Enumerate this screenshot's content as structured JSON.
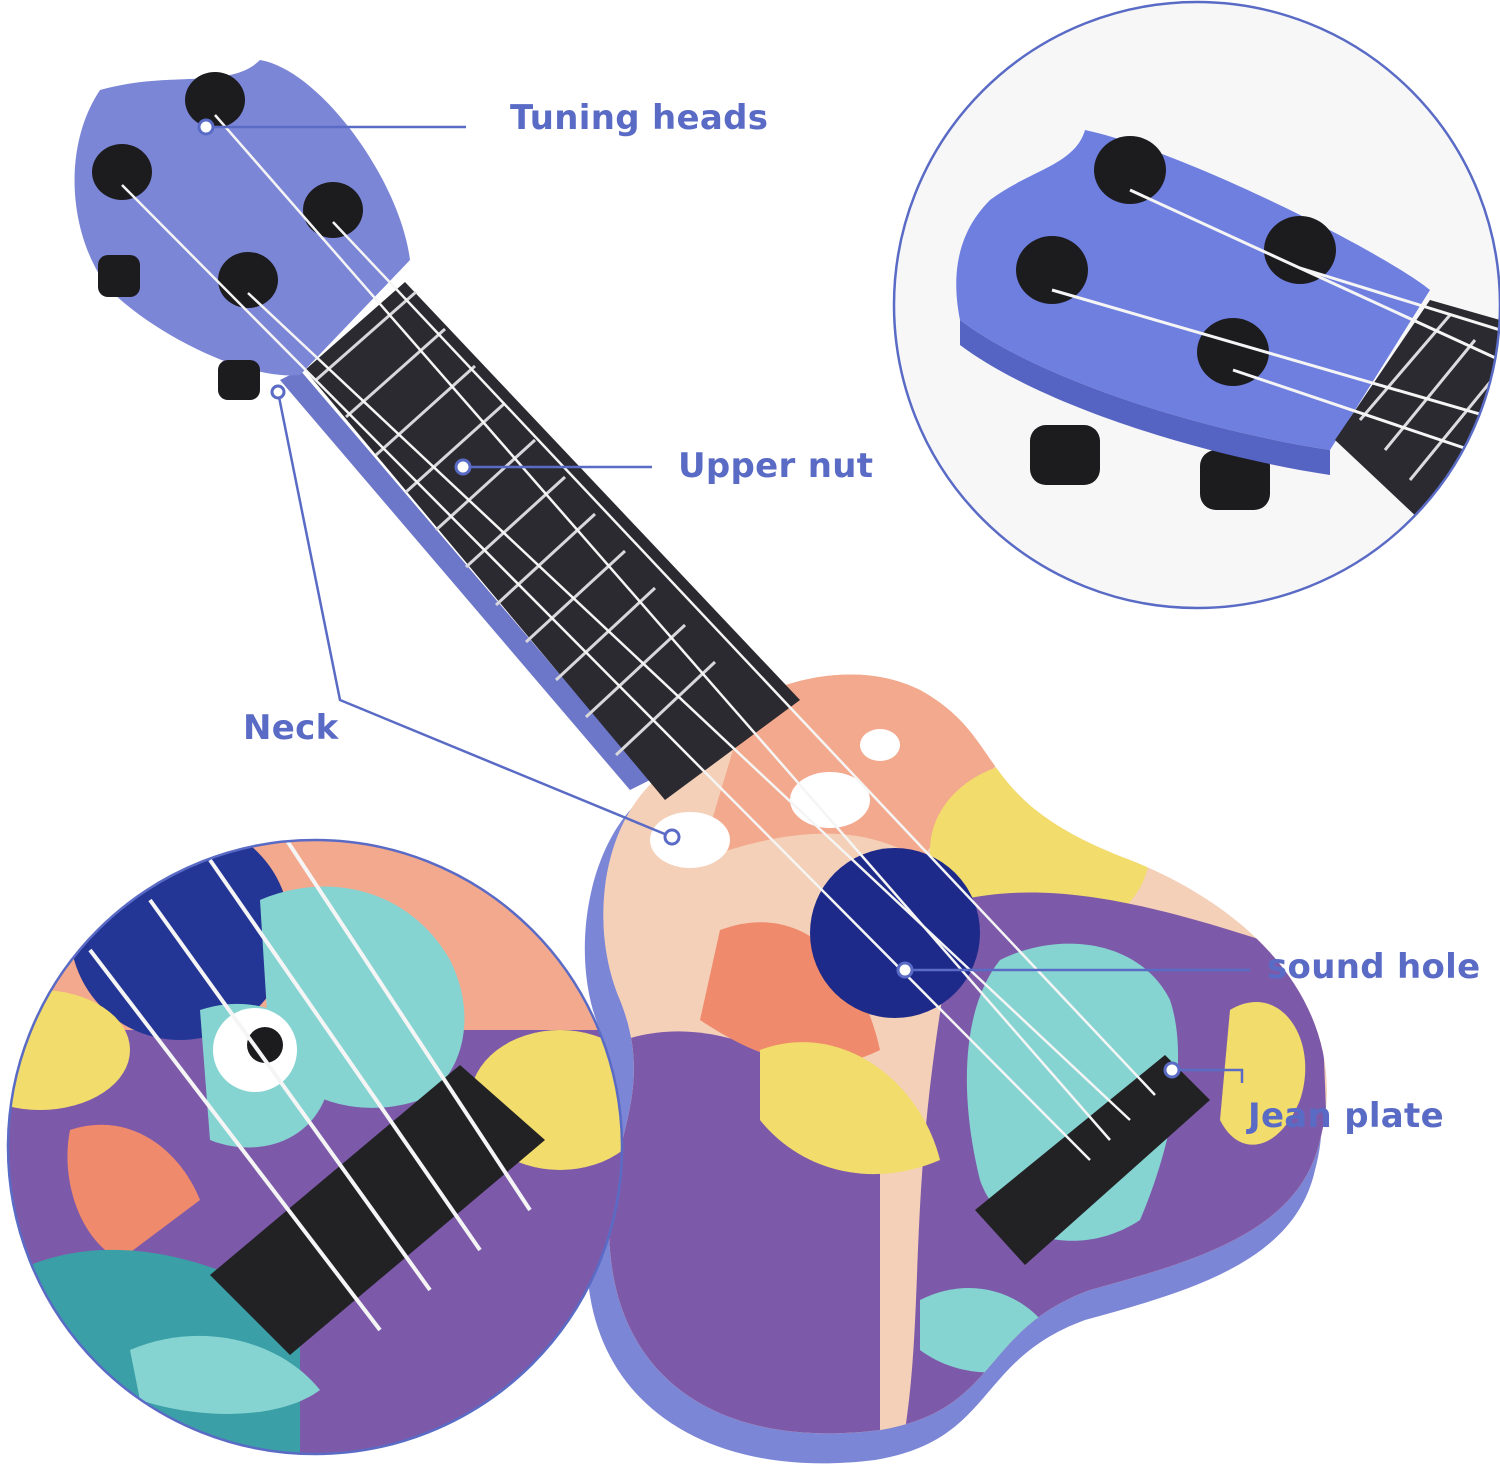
{
  "labels": {
    "tuning_heads": "Tuning heads",
    "upper_nut": "Upper nut",
    "neck": "Neck",
    "sound_hole": "sound hole",
    "bridge": "Jean plate"
  },
  "colors": {
    "accent": "#5a6bc6",
    "ukulele_body": "#7c86d6",
    "fretboard": "#2b2a30",
    "peg": "#1c1c1f",
    "sound_hole": "#1e2a8a"
  },
  "icons": [
    "ukulele-photo",
    "headstock-zoom-photo",
    "bridge-zoom-photo"
  ]
}
